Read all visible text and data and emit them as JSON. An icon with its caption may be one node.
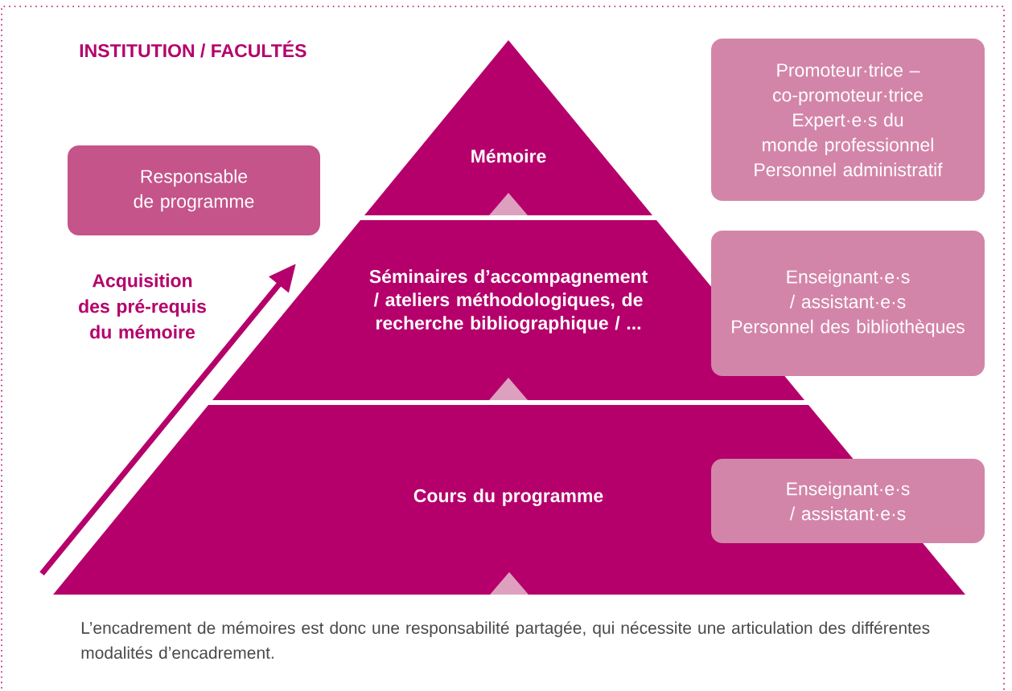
{
  "diagram": {
    "title": "INSTITUTION / FACULTÉS",
    "caption": "L’encadrement de mémoires est donc une responsabilité partagée, qui nécessite une articulation des différentes modalités d’encadrement.",
    "nodes": [
      {
        "text": [
          "Mémoire"
        ]
      },
      {
        "text": [
          "Séminaires d’accompagnement / ateliers méthodologiques, de recherche bibliographique / ..."
        ]
      },
      {
        "text": [
          "Cours du programme"
        ]
      },
      {
        "text": [
          "Responsable de programme"
        ]
      },
      {
        "text": [
          "Promoteur·trice – co-promoteur·trice",
          "Expert·e·s du monde professionnel",
          "Personnel administratif"
        ]
      },
      {
        "text": [
          "Enseignant·e·s / assistant·e·s",
          "Personnel des bibliothèques"
        ]
      },
      {
        "text": [
          "Enseignant·e·s / assistant·e·s"
        ]
      }
    ],
    "labels": [
      "Acquisition des pré-requis du mémoire"
    ]
  }
}
